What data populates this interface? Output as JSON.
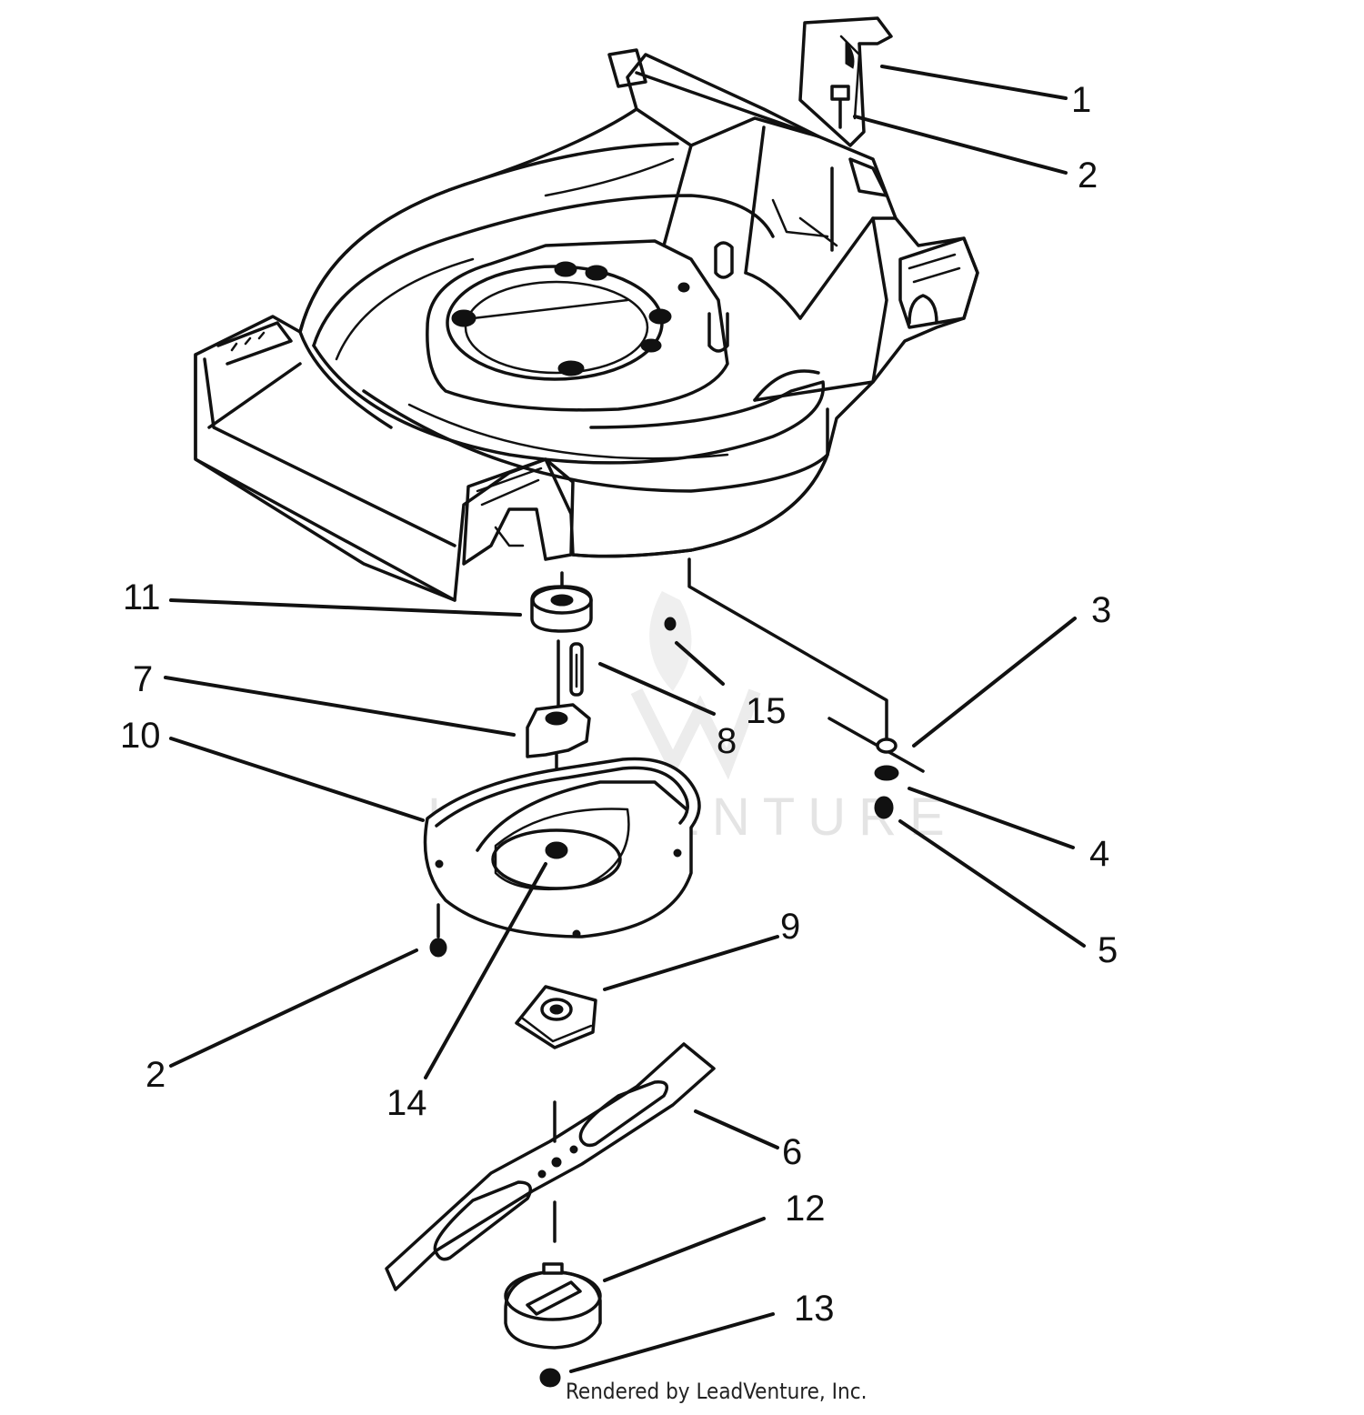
{
  "diagram": {
    "callouts": [
      {
        "id": "c1",
        "label": "1"
      },
      {
        "id": "c2a",
        "label": "2"
      },
      {
        "id": "c3",
        "label": "3"
      },
      {
        "id": "c4",
        "label": "4"
      },
      {
        "id": "c5",
        "label": "5"
      },
      {
        "id": "c6",
        "label": "6"
      },
      {
        "id": "c7",
        "label": "7"
      },
      {
        "id": "c8",
        "label": "8"
      },
      {
        "id": "c9",
        "label": "9"
      },
      {
        "id": "c10",
        "label": "10"
      },
      {
        "id": "c11",
        "label": "11"
      },
      {
        "id": "c12",
        "label": "12"
      },
      {
        "id": "c13",
        "label": "13"
      },
      {
        "id": "c14",
        "label": "14"
      },
      {
        "id": "c15",
        "label": "15"
      },
      {
        "id": "c2b",
        "label": "2"
      }
    ],
    "watermark": "LEADVENTURE",
    "credit": "Rendered by LeadVenture, Inc."
  }
}
